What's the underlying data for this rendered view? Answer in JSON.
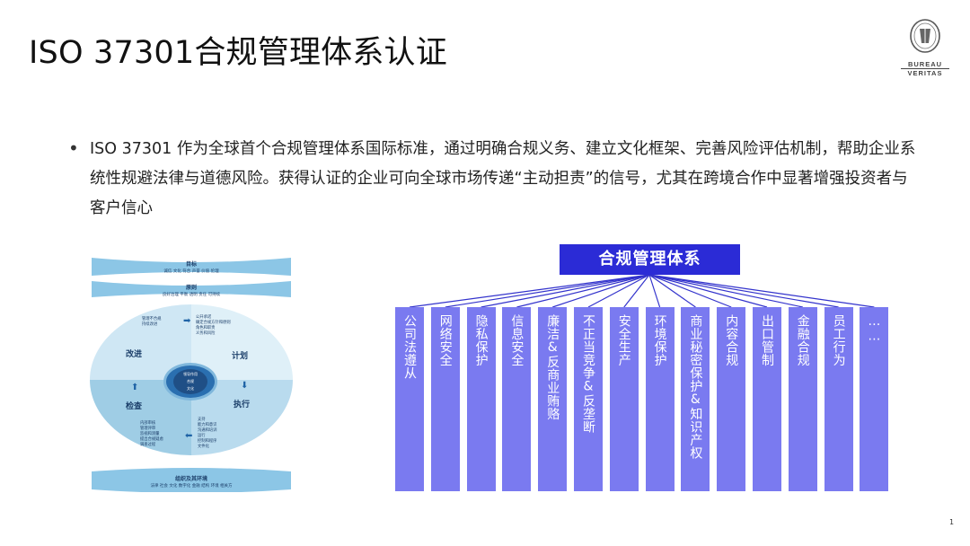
{
  "title": "ISO 37301合规管理体系认证",
  "logo": {
    "line1": "BUREAU",
    "line2": "VERITAS"
  },
  "bullet": {
    "text": "ISO 37301  作为全球首个合规管理体系国际标准，通过明确合规义务、建立文化框架、完善风险评估机制，帮助企业系统性规避法律与道德风险。获得认证的企业可向全球市场传递“主动担责”的信号，尤其在跨境合作中显著增强投资者与客户信心"
  },
  "diagram": {
    "top_band": {
      "title": "目标",
      "items": "诚信  文化  符合  声誉  价值  伦理"
    },
    "second_band": {
      "title": "原则",
      "items": "良好治理  平衡  透明  责任  可持续"
    },
    "quadrants": {
      "top_left": "改进",
      "top_right": "计划",
      "bottom_left": "检查",
      "bottom_right": "执行"
    },
    "notes": {
      "top_left": [
        "管理不合规",
        "持续改进"
      ],
      "top_right": [
        "公开承诺",
        "确定合规方针和原则",
        "角色和职责",
        "义务和风险"
      ],
      "bottom_left": [
        "内部审核",
        "管理评审",
        "监视和测量",
        "提出合规疑虑",
        "调查过程"
      ],
      "bottom_right": [
        "支持",
        "能力和意识",
        "沟通和培训",
        "运行",
        "控制和程序",
        "文件化"
      ]
    },
    "core": [
      "领导作用",
      "合规",
      "文化"
    ],
    "bottom_band": {
      "title": "组织及其环境",
      "items": "法律  社会  文化  数字化  金融  结构  环境  相关方"
    }
  },
  "org_chart": {
    "root": "合规管理体系",
    "columns": [
      "公司法遵从",
      "网络安全",
      "隐私保护",
      "信息安全",
      "廉洁&反商业贿赂",
      "不正当竞争&反垄断",
      "安全生产",
      "环境保护",
      "商业秘密保护&知识产权",
      "内容合规",
      "出口管制",
      "金融合规",
      "员工行为",
      "……"
    ],
    "colors": {
      "root": "#2b2bd6",
      "column": "#7a7af0"
    }
  },
  "page_number": "1"
}
